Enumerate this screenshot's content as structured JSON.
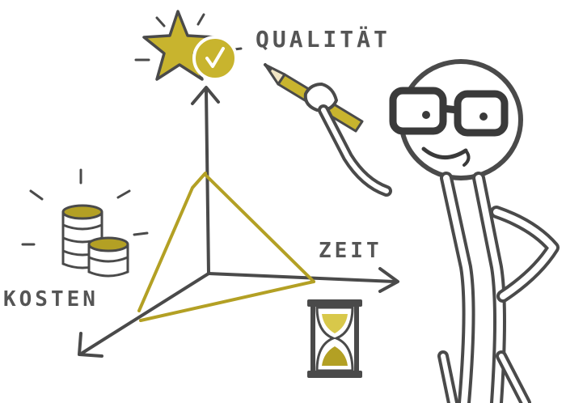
{
  "labels": {
    "quality": "QUALITÄT",
    "time": "ZEIT",
    "cost": "KOSTEN"
  },
  "icons": {
    "quality": "star-with-checkmark-icon",
    "cost": "coin-stacks-icon",
    "time": "hourglass-icon",
    "figure": "stick-figure-with-glasses-and-pencil"
  },
  "colors": {
    "accent_gold": "#b3a024",
    "accent_gold_light": "#d8c84a",
    "line_gray": "#4a4a4a",
    "text_gray": "#555555"
  }
}
